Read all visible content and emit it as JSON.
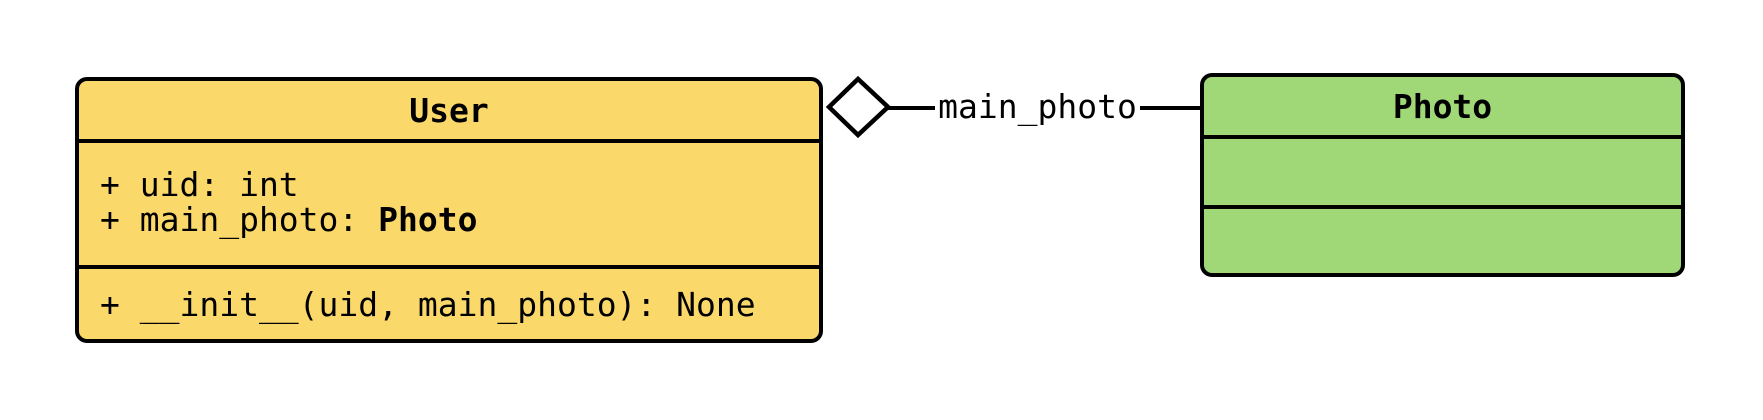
{
  "colors": {
    "background": "#ffffff",
    "border": "#000000",
    "user_fill": "#FBD86A",
    "photo_fill": "#A1D877",
    "text": "#000000"
  },
  "classes": {
    "user": {
      "title": "User",
      "attributes": {
        "uid": "+ uid: int",
        "main_photo_prefix": "+ main_photo: ",
        "main_photo_type": "Photo"
      },
      "methods": {
        "init": "+ __init__(uid, main_photo): None"
      }
    },
    "photo": {
      "title": "Photo"
    }
  },
  "relation": {
    "type": "aggregation",
    "from": "User",
    "to": "Photo",
    "label": "main_photo"
  }
}
